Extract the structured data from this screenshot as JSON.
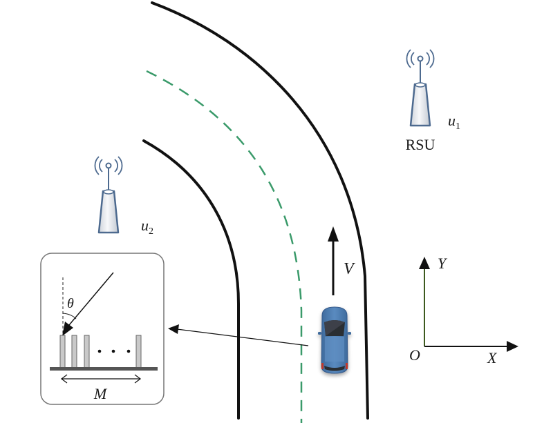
{
  "diagram": {
    "type": "vehicular-communication-scenario",
    "colors": {
      "road_edge": "#111111",
      "lane_divider": "#3a9a6a",
      "rsu_outline": "#4d6a8f",
      "rsu_fill": "#e6e9ee",
      "car_body": "#4f7fb3",
      "axis_y": "#3d5a1e",
      "inset_border": "#777777",
      "antenna_element": "#c9c9c9",
      "ground_plane": "#555555"
    },
    "rsu_1": {
      "user_label_base": "u",
      "user_label_sub": "1",
      "caption": "RSU",
      "icon": "rsu-tower-icon"
    },
    "rsu_2": {
      "user_label_base": "u",
      "user_label_sub": "2",
      "icon": "rsu-tower-icon"
    },
    "vehicle": {
      "icon": "car-topview-icon",
      "velocity_label": "V"
    },
    "coordinate_axes": {
      "origin_label": "O",
      "x_label": "X",
      "y_label": "Y"
    },
    "antenna_array_inset": {
      "angle_label": "θ",
      "aperture_label": "M",
      "visible_elements": 4,
      "ellipsis": "• • •"
    }
  }
}
